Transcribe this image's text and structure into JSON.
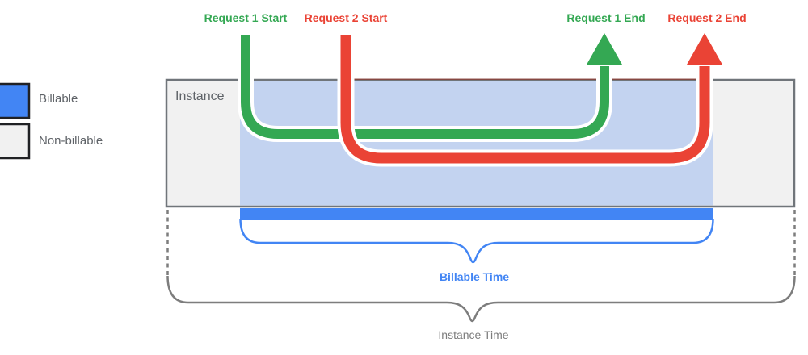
{
  "diagram": {
    "legend": {
      "items": [
        {
          "label": "Billable",
          "swatch_color": "#4285F4"
        },
        {
          "label": "Non-billable",
          "swatch_color": "#F1F1F1"
        }
      ]
    },
    "instance": {
      "label": "Instance",
      "fill": "#F1F1F1",
      "border_color": "#70757A"
    },
    "billable_region": {
      "fill": "#C3D3F0",
      "bar_color": "#4285F4"
    },
    "requests": [
      {
        "start_label": "Request 1 Start",
        "end_label": "Request 1 End",
        "color": "#34A853"
      },
      {
        "start_label": "Request 2 Start",
        "end_label": "Request 2 End",
        "color": "#EA4335"
      }
    ],
    "annotations": {
      "billable_time": {
        "label": "Billable Time",
        "color": "#4285F4"
      },
      "instance_time": {
        "label": "Instance Time",
        "color": "#7D7D7D"
      }
    }
  }
}
